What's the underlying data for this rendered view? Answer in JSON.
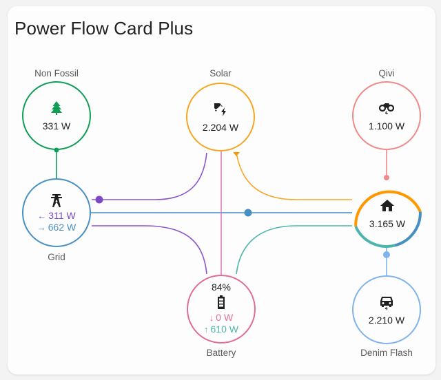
{
  "card": {
    "title": "Power Flow Card Plus"
  },
  "colors": {
    "non_fossil": "#0f9d58",
    "grid": "#488fc2",
    "grid_import": "#7b49c4",
    "solar": "#ff9800",
    "battery": "#e06d96",
    "battery_out": "#4db6ac",
    "qivi": "#ef8a88",
    "home_solar": "#ff9800",
    "home_grid": "#488fc2",
    "home_battery": "#4db6ac",
    "denim_flash": "#7fb3ea"
  },
  "nodes": {
    "non_fossil": {
      "label": "Non Fossil",
      "value": "331 W",
      "icon": "leaf-tree-icon"
    },
    "solar": {
      "label": "Solar",
      "value": "2.204 W",
      "icon": "solar-power-icon"
    },
    "qivi": {
      "label": "Qivi",
      "value": "1.100 W",
      "icon": "motorbike-electric-icon"
    },
    "grid": {
      "label": "Grid",
      "import_arrow": "←",
      "import_value": "311 W",
      "export_arrow": "→",
      "export_value": "662 W",
      "icon": "transmission-tower-icon"
    },
    "home": {
      "label": "",
      "value": "3.165 W",
      "icon": "home-icon"
    },
    "battery": {
      "label": "Battery",
      "percentage": "84%",
      "in_arrow": "↓",
      "in_value": "0 W",
      "out_arrow": "↑",
      "out_value": "610 W",
      "icon": "battery-high-icon"
    },
    "denim_flash": {
      "label": "Denim Flash",
      "value": "2.210 W",
      "icon": "car-electric-icon"
    }
  }
}
